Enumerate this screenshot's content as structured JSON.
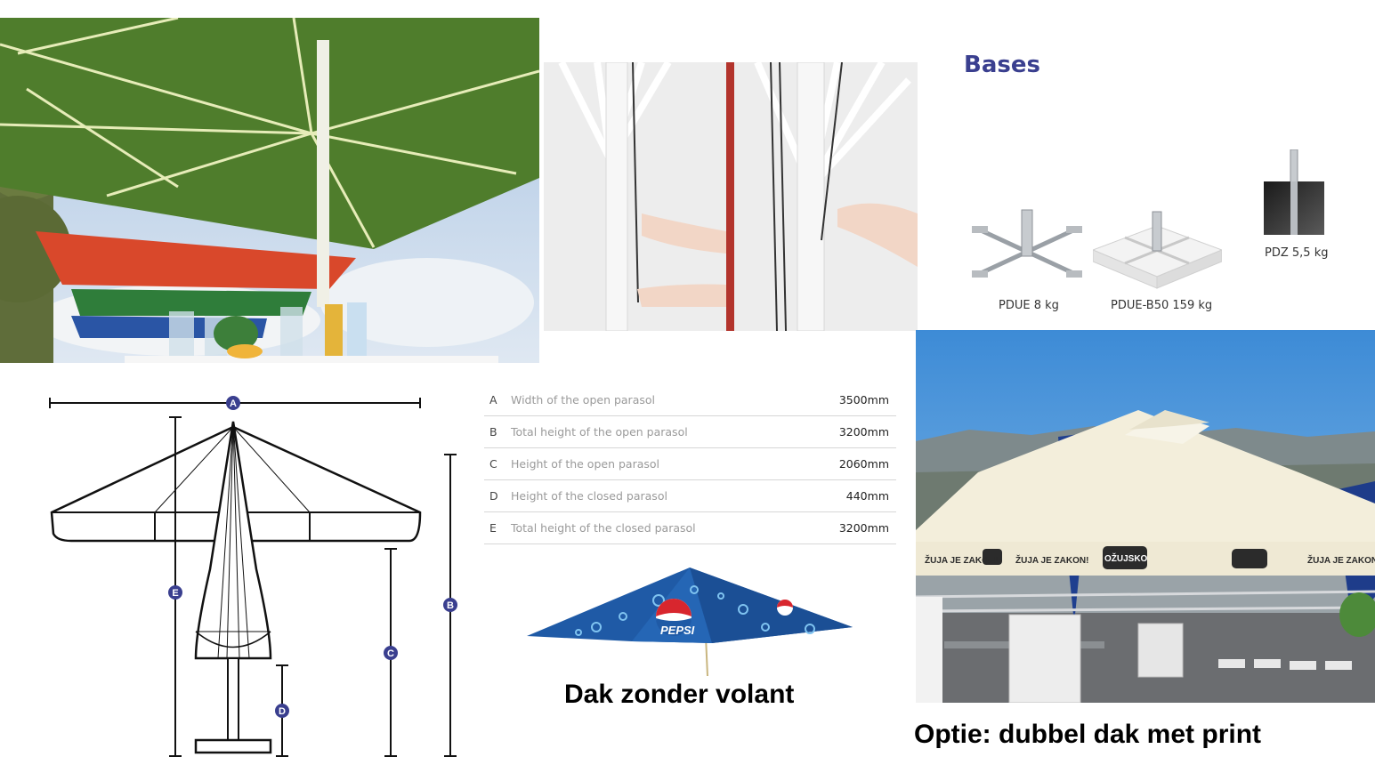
{
  "bases": {
    "title": "Bases",
    "items": [
      {
        "label": "PDUE 8 kg"
      },
      {
        "label": "PDUE-B50 159 kg"
      },
      {
        "label": "PDZ 5,5 kg"
      }
    ]
  },
  "diagram": {
    "markers": [
      "A",
      "B",
      "C",
      "D",
      "E"
    ]
  },
  "specs": [
    {
      "letter": "A",
      "label": "Width of the open parasol",
      "value": "3500mm"
    },
    {
      "letter": "B",
      "label": "Total height of the open parasol",
      "value": "3200mm"
    },
    {
      "letter": "C",
      "label": "Height of the open parasol",
      "value": "2060mm"
    },
    {
      "letter": "D",
      "label": "Height of the closed parasol",
      "value": "440mm"
    },
    {
      "letter": "E",
      "label": "Total height of the closed parasol",
      "value": "3200mm"
    }
  ],
  "captions": {
    "roof": "Dak zonder volant",
    "option": "Optie: dubbel dak met print"
  },
  "logo_text": {
    "pepsi": "PEPSI",
    "ozujsko": "OŽUJSKO",
    "slogan": "ŽUJA JE ZAKON!"
  },
  "colors": {
    "green_canopy": "#4f7d2c",
    "red_canopy": "#d9482b",
    "pepsi_blue": "#1f5aa6",
    "bases_title": "#3a3f8f",
    "marker": "#3a3f8f",
    "cream_canopy": "#f3eedb"
  }
}
